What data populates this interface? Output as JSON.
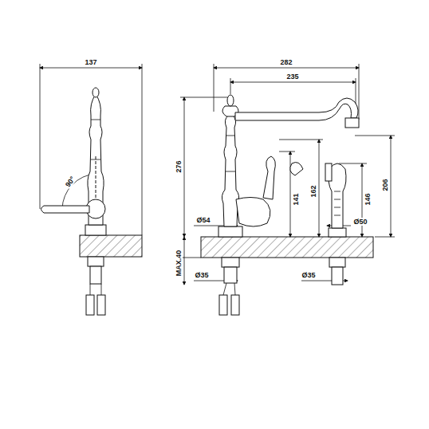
{
  "diagram": {
    "labels": [
      "137",
      "90°",
      "282",
      "235",
      "276",
      "141",
      "162",
      "146",
      "206",
      "Ø54",
      "Ø50",
      "MAX.40",
      "Ø35",
      "Ø35"
    ]
  }
}
